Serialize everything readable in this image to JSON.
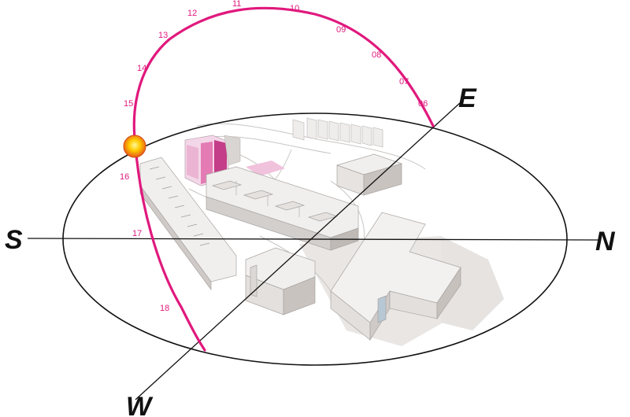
{
  "compass": {
    "south_label": "S",
    "north_label": "N",
    "east_label": "E",
    "west_label": "W"
  },
  "sun_path": {
    "hours": [
      "06",
      "07",
      "08",
      "09",
      "10",
      "11",
      "12",
      "13",
      "14",
      "15",
      "16",
      "17",
      "18"
    ],
    "current_hour": "15-16"
  },
  "colors": {
    "sun_path": "#e0197d",
    "compass_lines": "#111111",
    "hour_labels": "#e0197d",
    "buildings": "#efedec",
    "building_shade": "#cfcbc8",
    "highlight_building": "#e47bb4",
    "sun_core": "#ffcc00",
    "sun_edge": "#e8561a"
  },
  "icons": {
    "sun": "sun-icon"
  }
}
